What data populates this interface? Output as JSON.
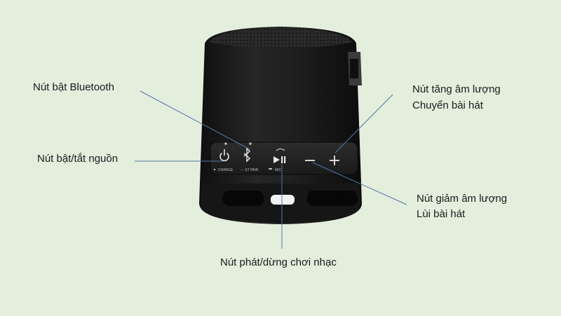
{
  "labels": {
    "bluetooth": "Nút bật Bluetooth",
    "power": "Nút bật/tắt nguồn",
    "volume_up_line1": "Nút tăng âm lượng",
    "volume_up_line2": "Chuyển bài hát",
    "volume_down_line1": "Nút giảm âm lượng",
    "volume_down_line2": "Lùi bài hát",
    "play_pause": "Nút phát/dừng chơi nhạc"
  },
  "speaker": {
    "charge_text": "CHARGE",
    "pair_text": "— ST PAIR",
    "mic_text": "MIC"
  },
  "colors": {
    "background": "#e4eedd",
    "leader_line": "#4a78a8",
    "speaker_body": "#1c1c1c"
  },
  "icons": [
    "power-icon",
    "bluetooth-icon",
    "play-pause-icon",
    "minus-icon",
    "plus-icon"
  ]
}
